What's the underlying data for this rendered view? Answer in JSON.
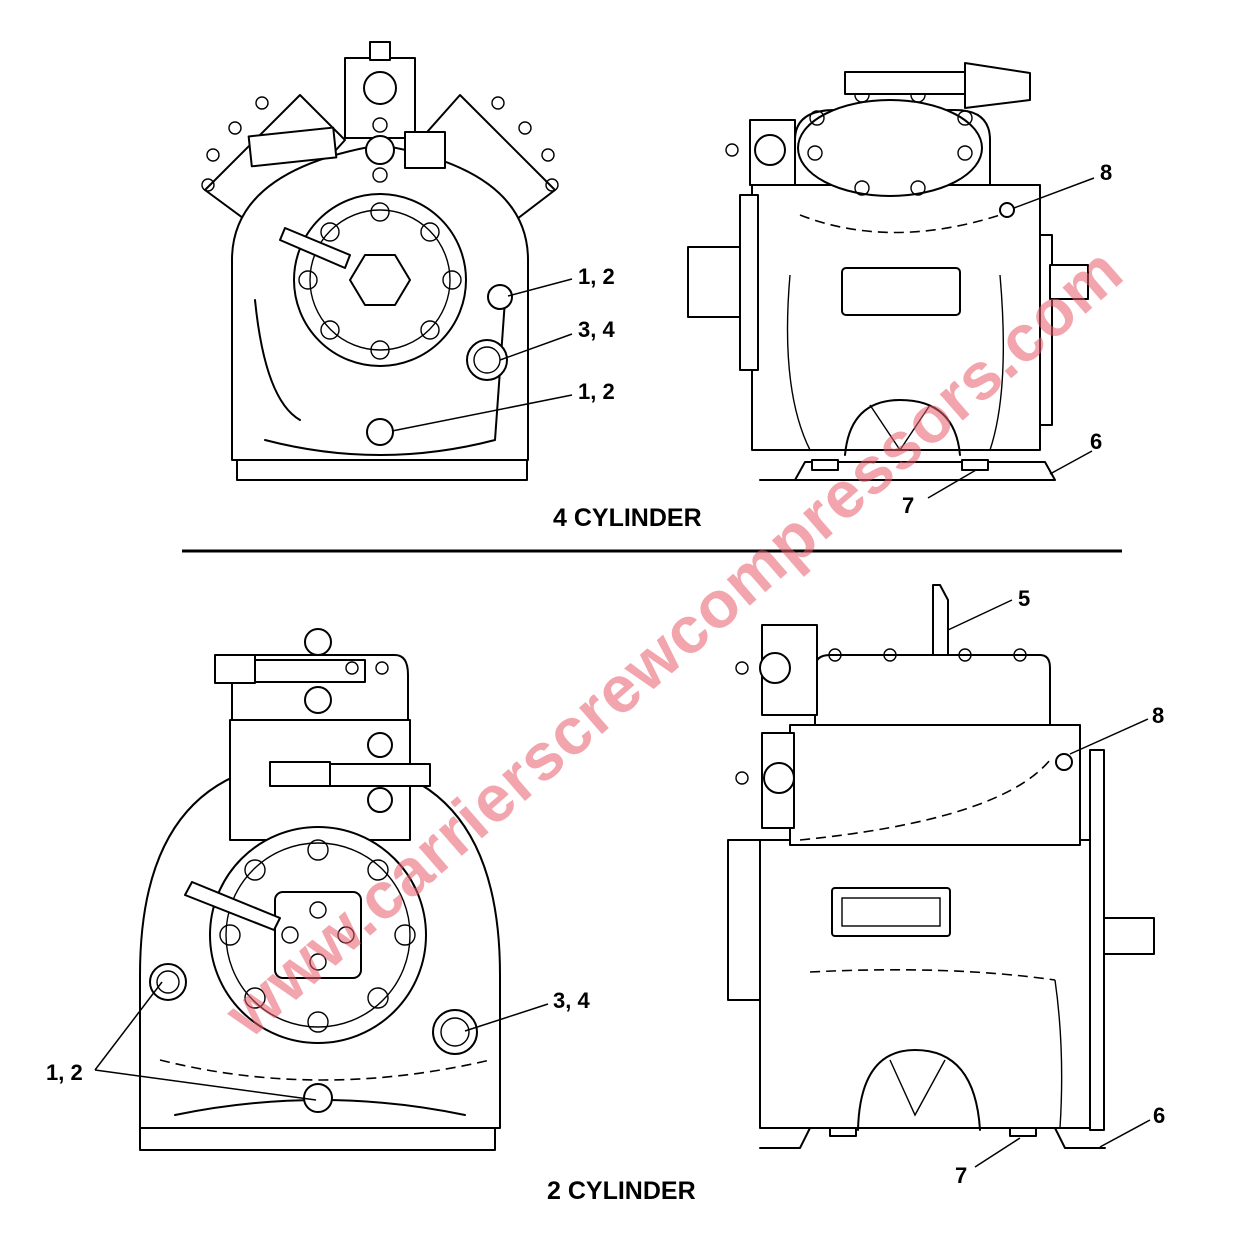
{
  "sections": {
    "four": {
      "title": "4 CYLINDER"
    },
    "two": {
      "title": "2 CYLINDER"
    }
  },
  "callouts": {
    "c4_front_1_2_a": "1, 2",
    "c4_front_3_4": "3, 4",
    "c4_front_1_2_b": "1, 2",
    "c4_side_8": "8",
    "c4_side_6": "6",
    "c4_side_7": "7",
    "c2_front_1_2": "1, 2",
    "c2_front_3_4": "3, 4",
    "c2_side_5": "5",
    "c2_side_8": "8",
    "c2_side_6": "6",
    "c2_side_7": "7"
  },
  "watermark": "www.carrierscrewcompressors.com",
  "colors": {
    "line": "#000000",
    "background": "#ffffff",
    "watermark": "#e85b6a"
  }
}
